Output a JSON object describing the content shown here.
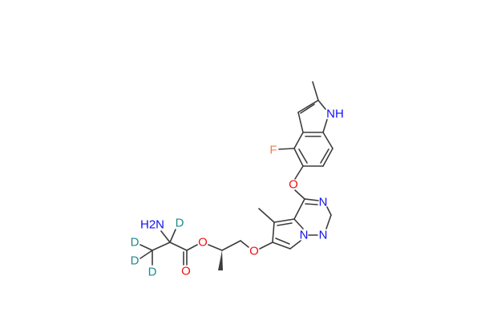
{
  "molecule": {
    "atoms": {
      "nh": "NH",
      "f": "F",
      "o_aryl": "O",
      "n3": "N",
      "n1": "N",
      "n_bridge": "N",
      "o_ether": "O",
      "o_ester": "O",
      "o_carbonyl": "O",
      "nh2": "H2N",
      "d_alpha": "D",
      "d1": "D",
      "d2": "D",
      "d3": "D"
    },
    "colors": {
      "nitrogen": "#1010f0",
      "oxygen": "#f01010",
      "fluorine": "#f08050",
      "deuterium": "#1f8a8a",
      "bond": "#3c3c3c"
    }
  }
}
